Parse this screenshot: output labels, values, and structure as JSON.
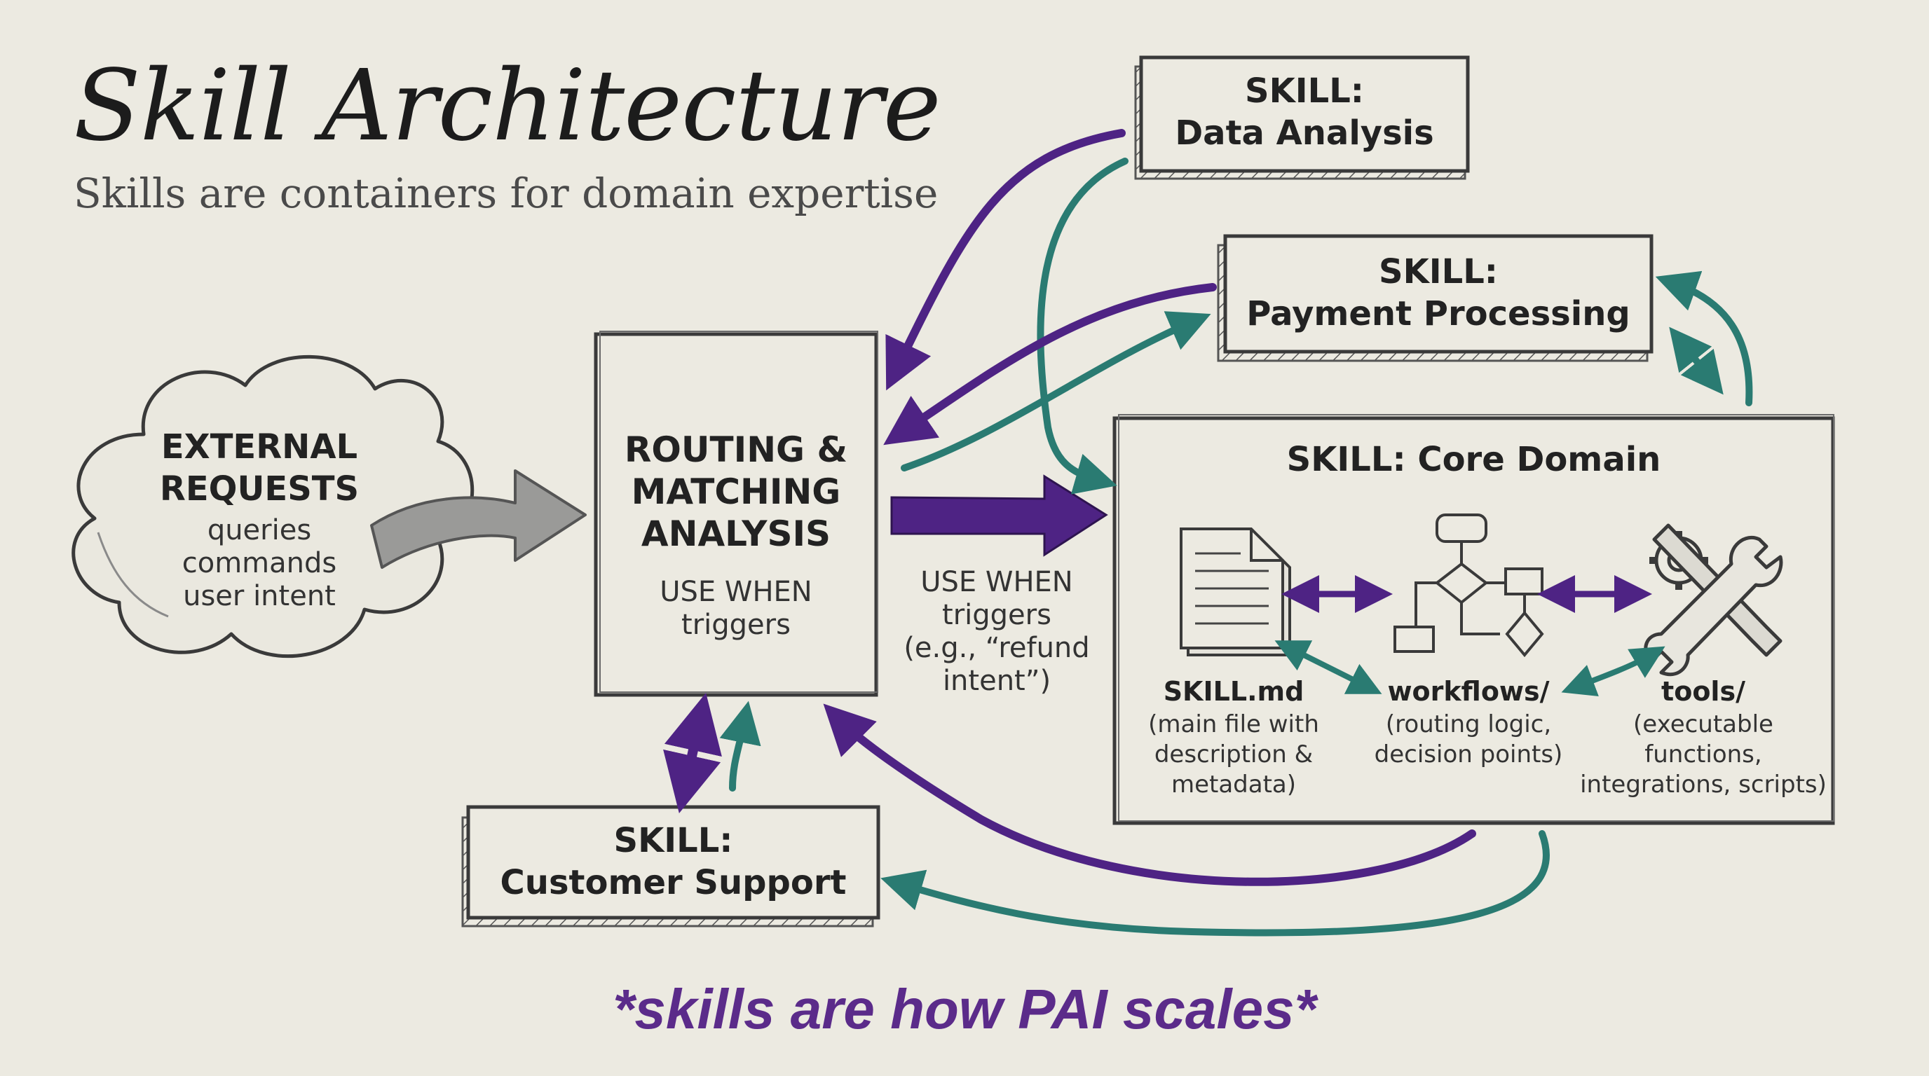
{
  "header": {
    "title": "Skill Architecture",
    "subtitle": "Skills are containers for domain expertise"
  },
  "external": {
    "title_line1": "EXTERNAL",
    "title_line2": "REQUESTS",
    "items": [
      "queries",
      "commands",
      "user intent"
    ]
  },
  "routing": {
    "title_lines": [
      "ROUTING &",
      "MATCHING",
      "ANALYSIS"
    ],
    "note_lines": [
      "USE WHEN",
      "triggers"
    ]
  },
  "trigger_note": {
    "lines": [
      "USE WHEN",
      "triggers",
      "(e.g., “refund",
      "intent”)"
    ]
  },
  "skills": {
    "data_analysis": {
      "line1": "SKILL:",
      "line2": "Data Analysis"
    },
    "payment_processing": {
      "line1": "SKILL:",
      "line2": "Payment Processing"
    },
    "customer_support": {
      "line1": "SKILL:",
      "line2": "Customer Support"
    }
  },
  "core": {
    "title": "SKILL: Core Domain",
    "skill_md": {
      "name": "SKILL.md",
      "desc_lines": [
        "(main file with",
        "description &",
        "metadata)"
      ]
    },
    "workflows": {
      "name": "workflows/",
      "desc_lines": [
        "(routing logic,",
        "decision points)"
      ]
    },
    "tools": {
      "name": "tools/",
      "desc_lines": [
        "(executable",
        "functions,",
        "integrations, scripts)"
      ]
    }
  },
  "colors": {
    "purple": "#4e2384",
    "teal": "#2a7b72",
    "gray_arrow": "#9a9a98",
    "ink": "#3a3a3a"
  },
  "footer": "*skills are how PAI scales*"
}
